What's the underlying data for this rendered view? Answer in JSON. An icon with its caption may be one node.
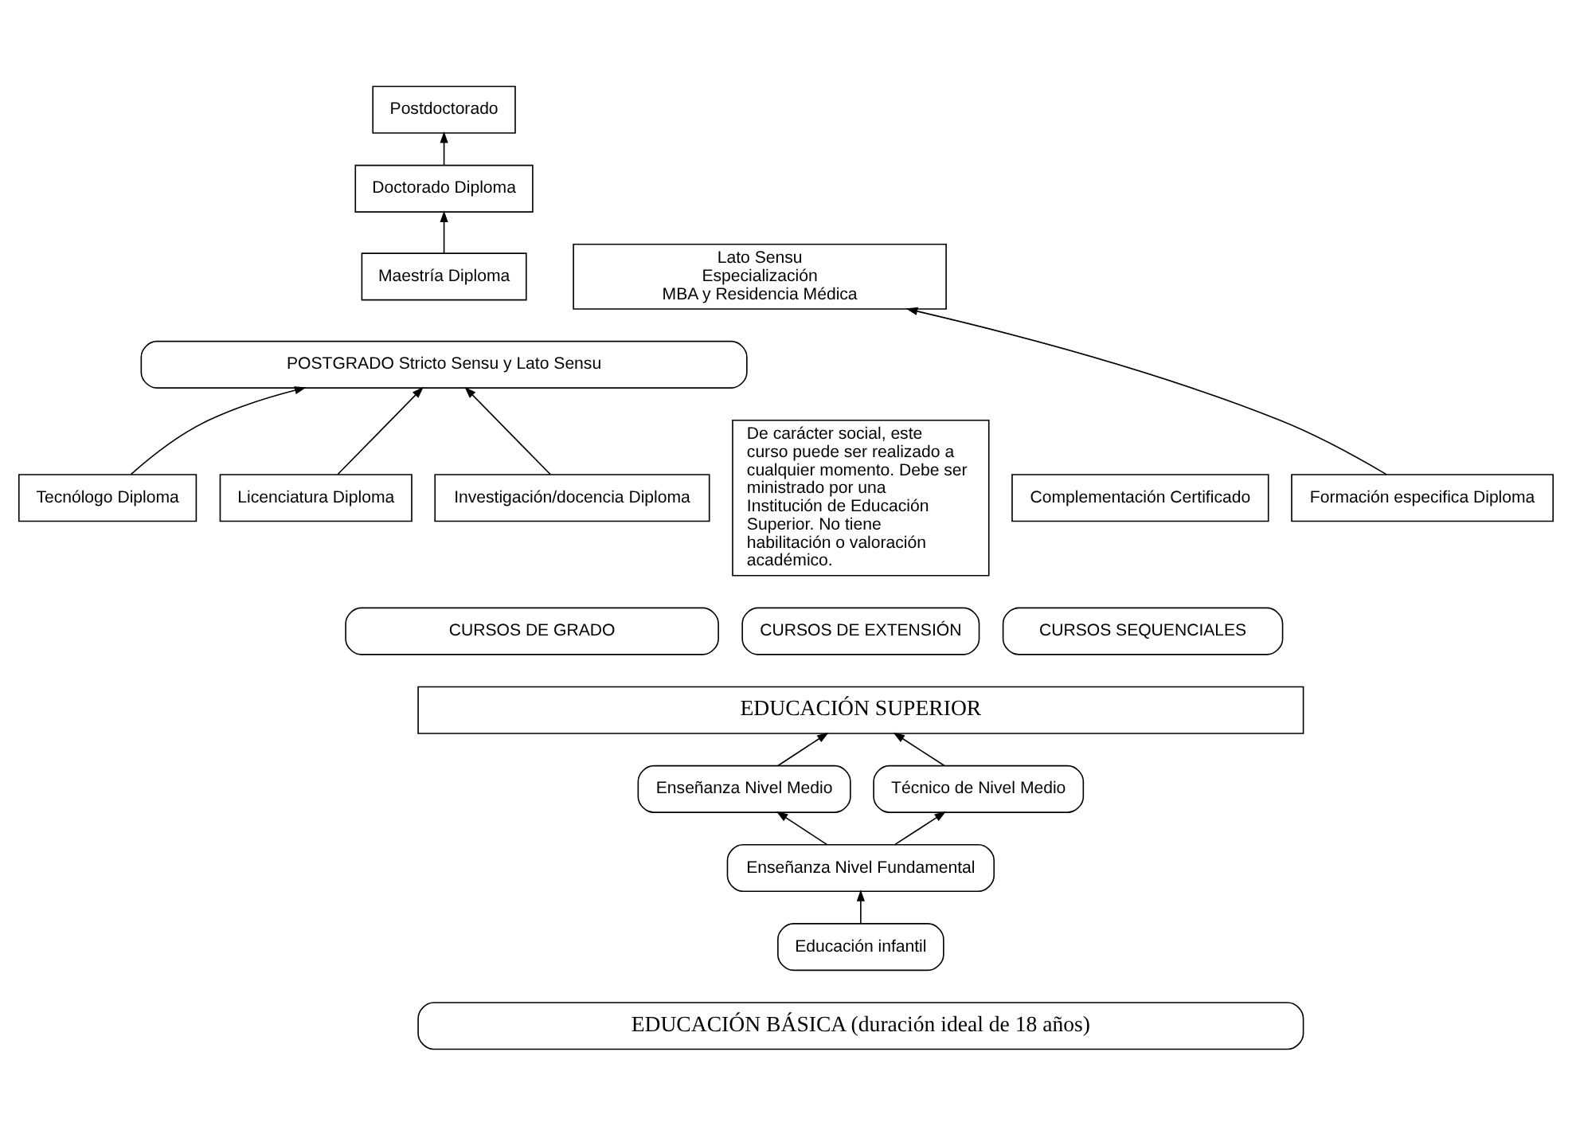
{
  "diagram": {
    "nodes": [
      {
        "text": [
          "Postdoctorado"
        ]
      },
      {
        "text": [
          "Doctorado Diploma"
        ]
      },
      {
        "text": [
          "Lato Sensu",
          "Especialización",
          "MBA y Residencia Médica"
        ]
      },
      {
        "text": [
          "Maestría Diploma"
        ]
      },
      {
        "text": [
          "De carácter social, este curso puede ser realizado a cualquier momento. Debe ser ministrado por una Institución de Educación Superior. No tiene habilitación o valoración académico."
        ]
      },
      {
        "text": [
          "POSTGRADO Stricto Sensu y Lato Sensu"
        ]
      },
      {
        "text": [
          "Investigación/docencia Diploma"
        ]
      },
      {
        "text": [
          "Licenciatura Diploma"
        ]
      },
      {
        "text": [
          "Tecnólogo Diploma"
        ]
      },
      {
        "text": [
          "Formación especifica Diploma"
        ]
      },
      {
        "text": [
          "Complementación Certificado"
        ]
      },
      {
        "text": [
          "CURSOS DE GRADO"
        ]
      },
      {
        "text": [
          "CURSOS SEQUENCIALES"
        ]
      },
      {
        "text": [
          "CURSOS DE EXTENSIÓN"
        ]
      },
      {
        "text": [
          "EDUCACIÓN SUPERIOR"
        ]
      },
      {
        "text": [
          "Enseñanza Nivel Medio"
        ]
      },
      {
        "text": [
          "Técnico de Nivel Medio"
        ]
      },
      {
        "text": [
          "Enseñanza Nivel Fundamental"
        ]
      },
      {
        "text": [
          "Educación infantil"
        ]
      },
      {
        "text": [
          "EDUCACIÓN BÁSICA (duración ideal de 18 años)"
        ]
      }
    ],
    "edges": [
      {
        "from": 1,
        "to": 0,
        "arrow": "to"
      },
      {
        "from": 3,
        "to": 1,
        "arrow": "to"
      },
      {
        "from": 6,
        "to": 5,
        "arrow": "to"
      },
      {
        "from": 7,
        "to": 5,
        "arrow": "to"
      },
      {
        "from": 8,
        "to": 5,
        "arrow": "to"
      },
      {
        "from": 9,
        "to": 2,
        "arrow": "to"
      },
      {
        "from": 15,
        "to": 14,
        "arrow": "to"
      },
      {
        "from": 16,
        "to": 14,
        "arrow": "to"
      },
      {
        "from": 17,
        "to": 15,
        "arrow": "to"
      },
      {
        "from": 17,
        "to": 16,
        "arrow": "to"
      },
      {
        "from": 18,
        "to": 17,
        "arrow": "to"
      }
    ]
  }
}
